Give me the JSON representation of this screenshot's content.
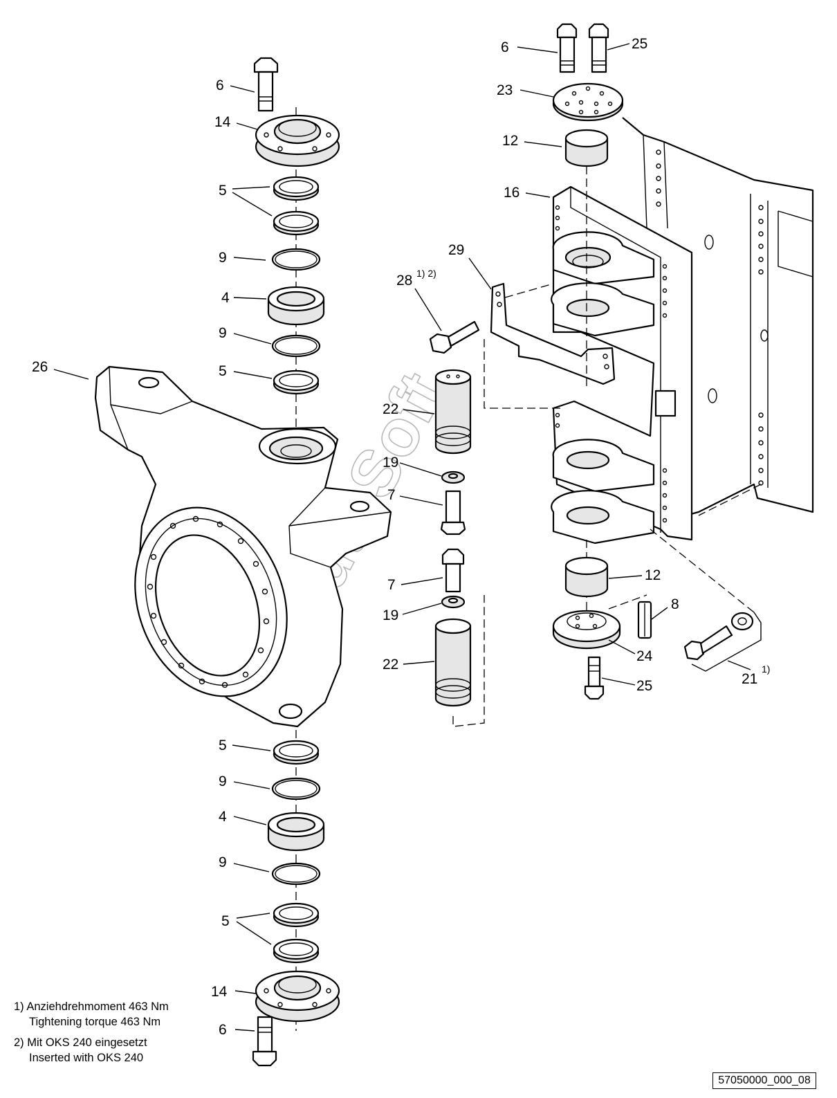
{
  "callouts": {
    "c6a": "6",
    "c14a": "14",
    "c5a": "5",
    "c9a": "9",
    "c4a": "4",
    "c9b": "9",
    "c5b": "5",
    "c26": "26",
    "c5c": "5",
    "c9c": "9",
    "c4b": "4",
    "c9d": "9",
    "c5d": "5",
    "c14b": "14",
    "c6b": "6",
    "c6c": "6",
    "c25a": "25",
    "c23": "23",
    "c12a": "12",
    "c16": "16",
    "c29": "29",
    "c28": "28",
    "c28sup": "1) 2)",
    "c22a": "22",
    "c19a": "19",
    "c7a": "7",
    "c7b": "7",
    "c19b": "19",
    "c22b": "22",
    "c12b": "12",
    "c8": "8",
    "c24": "24",
    "c25b": "25",
    "c21": "21",
    "c21sup": "1)"
  },
  "watermark": "AutoSoft",
  "notes": [
    {
      "marker": "1)",
      "line1": "Anziehdrehmoment 463 Nm",
      "line2": "Tightening torque 463 Nm"
    },
    {
      "marker": "2)",
      "line1": "Mit OKS 240 eingesetzt",
      "line2": "Inserted with OKS 240"
    }
  ],
  "drawing_number": "57050000_000_08"
}
